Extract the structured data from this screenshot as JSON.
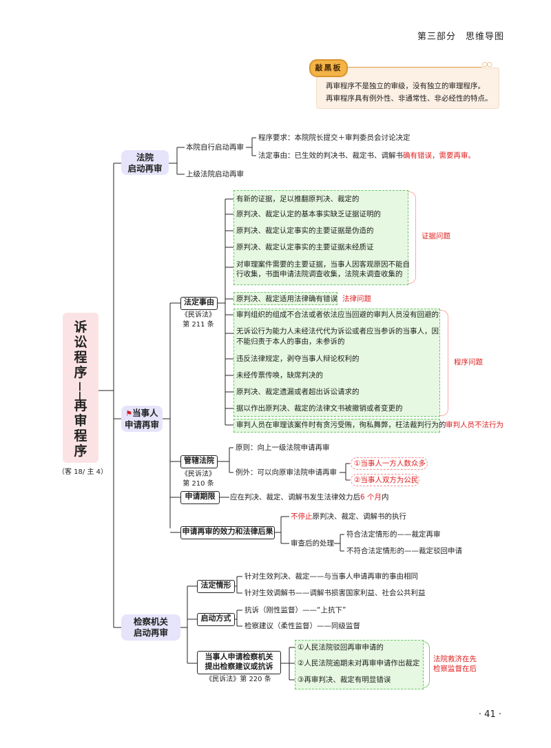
{
  "header": {
    "title": "第三部分　思维导图",
    "page_number": "· 41 ·"
  },
  "note": {
    "tag": "敲黑板",
    "lines": [
      "再审程序不是独立的审级，没有独立的审理程序。",
      "再审程序具有例外性、非通常性、非必经性的特点。"
    ]
  },
  "root": {
    "title_top": "诉讼程序",
    "dash": "——",
    "title_bottom": "再审程序",
    "caption": "（客 18/ 主 4）"
  },
  "branch1": {
    "label_line1": "法院",
    "label_line2": "启动再审",
    "child1": "本院自行启动再审",
    "child1_a": "程序要求：本院院长提交＋审判委员会讨论决定",
    "child1_b_plain": "法定事由：已生效的判决书、裁定书、调解书",
    "child1_b_red": "确有错误，需要再审。",
    "child2": "上级法院启动再审"
  },
  "branch2": {
    "label_line1": "当事人",
    "label_line2": "申请再审",
    "grounds": {
      "label": "法定事由",
      "cite": "《民诉法》",
      "article": "第 211 条",
      "evidence_items": [
        "有新的证据，足以推翻原判决、裁定的",
        "原判决、裁定认定的基本事实缺乏证据证明的",
        "原判决、裁定认定事实的主要证据是伪造的",
        "原判决、裁定认定事实的主要证据未经质证",
        "对审理案件需要的主要证据，当事人因客观原因不能自",
        "行收集，书面申请法院调查收集，法院未调查收集的"
      ],
      "evidence_label": "证据问题",
      "law_item": "原判决、裁定适用法律确有错误",
      "law_label": "法律问题",
      "procedure_items": [
        "审判组织的组成不合法或者依法应当回避的审判人员没有回避的",
        "无诉讼行为能力人未经法代代为诉讼或者应当参诉的当事人，因",
        "不能归责于本人的事由，未参诉的",
        "违反法律规定，剥夺当事人辩论权利的",
        "未经传票传唤，缺席判决的",
        "原判决、裁定遗漏或者超出诉讼请求的",
        "据以作出原判决、裁定的法律文书被撤销或者变更的"
      ],
      "procedure_label": "程序问题",
      "judge_item": "审判人员在审理该案件时有贪污受贿，徇私舞弊，枉法裁判行为的",
      "judge_label": "审判人员不法行为"
    },
    "jurisdiction": {
      "label": "管辖法院",
      "cite": "《民诉法》",
      "article": "第 210 条",
      "principle": "原则：向上一级法院申请再审",
      "exception": "例外：可以向原审法院申请再审",
      "exc_1": "①当事人一方人数众多",
      "exc_2": "②当事人双方为公民"
    },
    "period": {
      "label": "申请期限",
      "text_plain": "应在判决、裁定、调解书发生法律效力后",
      "text_red": "6 个月",
      "text_end": "内"
    },
    "effect": {
      "label": "申请再审的效力和法律后果",
      "e1_red": "不停止",
      "e1_plain": "原判决、裁定、调解书的执行",
      "e2": "审查后的处理",
      "e2_a": "符合法定情形的——裁定再审",
      "e2_b": "不符合法定情形的——裁定驳回申请"
    }
  },
  "branch3": {
    "label_line1": "检察机关",
    "label_line2": "启动再审",
    "situations": {
      "label": "法定情形",
      "a": "针对生效判决、裁定——与当事人申请再审的事由相同",
      "b": "针对生效调解书——调解书损害国家利益、社会公共利益"
    },
    "methods": {
      "label": "启动方式",
      "a": "抗诉（刚性监督）——“上抗下”",
      "b": "检察建议（柔性监督）——同级监督"
    },
    "party_apply": {
      "label_line1": "当事人申请检察机关",
      "label_line2": "提出检察建议或抗诉",
      "cite": "《民诉法》第 220 条",
      "items": [
        "①人民法院驳回再审申请的",
        "②人民法院逾期未对再审申请作出裁定",
        "③再审判决、裁定有明显错误"
      ],
      "side_line1": "法院救济在先",
      "side_line2": "检察监督在后"
    }
  },
  "colors": {
    "red": "#e02020",
    "green_fill": "#e6f8e1",
    "green_border": "#6cc36a",
    "pill": "#e5e4fa",
    "root": "#fbe3e5"
  }
}
